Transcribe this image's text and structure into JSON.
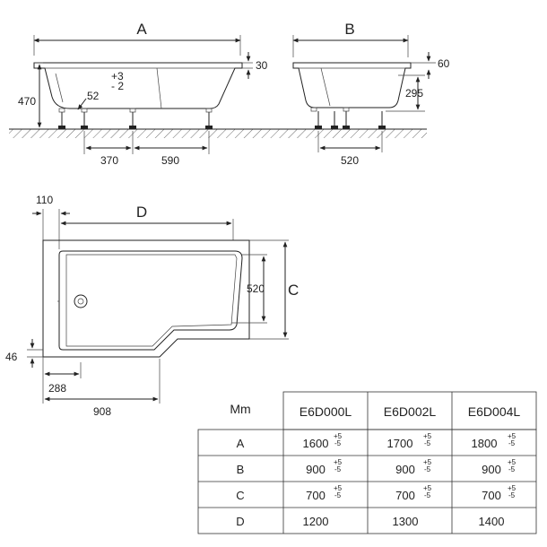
{
  "labels": {
    "A": "A",
    "B": "B",
    "C": "C",
    "D": "D"
  },
  "side_view": {
    "rim_height": "30",
    "height": "470",
    "tol_plus": "+3",
    "tol_minus": "- 2",
    "outlet_height": "52",
    "leg_spacing_left": "370",
    "leg_spacing_right": "590"
  },
  "end_view": {
    "rim_height": "60",
    "leg_height": "295",
    "leg_spacing": "520"
  },
  "plan_view": {
    "rim_width": "110",
    "inner_width": "520",
    "bottom_offset": "46",
    "step_offset": "288",
    "narrow_length": "908"
  },
  "table": {
    "unit_header": "Mm",
    "models": [
      "E6D000L",
      "E6D002L",
      "E6D004L"
    ],
    "rows": [
      {
        "label": "A",
        "values": [
          "1600",
          "1700",
          "1800"
        ],
        "tolerance": [
          "+5",
          "-5"
        ]
      },
      {
        "label": "B",
        "values": [
          "900",
          "900",
          "900"
        ],
        "tolerance": [
          "+5",
          "-5"
        ]
      },
      {
        "label": "C",
        "values": [
          "700",
          "700",
          "700"
        ],
        "tolerance": [
          "+5",
          "-5"
        ]
      },
      {
        "label": "D",
        "values": [
          "1200",
          "1300",
          "1400"
        ],
        "tolerance": null
      }
    ]
  }
}
